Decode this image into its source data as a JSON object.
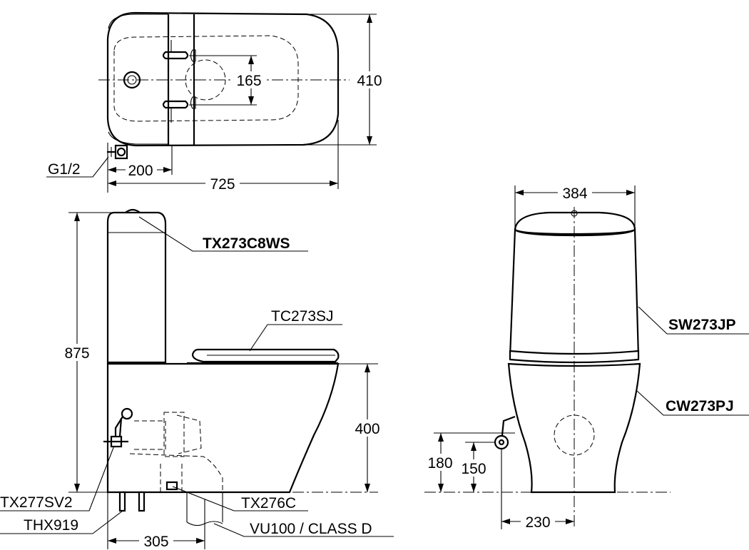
{
  "plan_view": {
    "dims": {
      "pan_holes": "165",
      "depth": "410",
      "inlet_offset": "200",
      "overall_length": "725"
    },
    "callouts": {
      "inlet_thread": "G1/2"
    }
  },
  "side_view": {
    "dims": {
      "total_height": "875",
      "rim_height": "400",
      "outlet_distance": "305"
    },
    "callouts": {
      "tank_fitting": "TX273C8WS",
      "seat": "TC273SJ",
      "stop_valve": "TX277SV2",
      "fixing_kit": "THX919",
      "connector": "TX276C",
      "outlet_pipe": "VU100 / CLASS D"
    }
  },
  "front_view": {
    "dims": {
      "width": "384",
      "outlet_height": "180",
      "inlet_height": "150",
      "inlet_offset": "230"
    },
    "callouts": {
      "tank": "SW273JP",
      "bowl": "CW273PJ"
    }
  }
}
